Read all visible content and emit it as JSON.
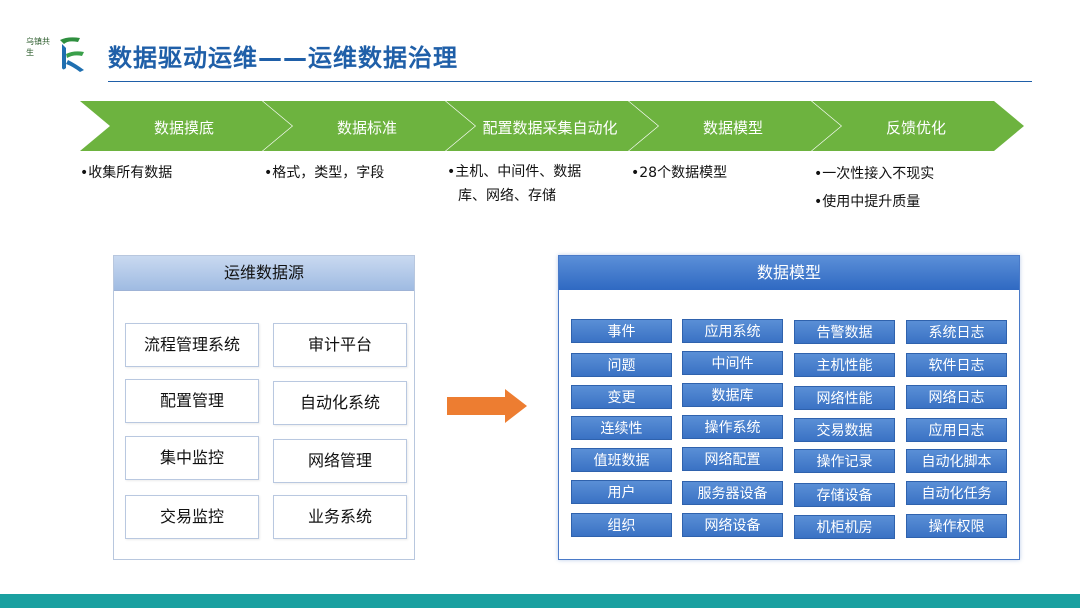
{
  "logo": {
    "text": "乌镇共生"
  },
  "title": "数据驱动运维——运维数据治理",
  "steps": [
    {
      "label": "数据摸底",
      "bullets": [
        "•收集所有数据"
      ]
    },
    {
      "label": "数据标准",
      "bullets": [
        "•格式，类型，字段"
      ]
    },
    {
      "label": "配置数据采集自动化",
      "bullets": [
        "•主机、中间件、数据",
        "库、网络、存储"
      ]
    },
    {
      "label": "数据模型",
      "bullets": [
        "•28个数据模型"
      ]
    },
    {
      "label": "反馈优化",
      "bullets": [
        "•一次性接入不现实",
        "•使用中提升质量"
      ]
    }
  ],
  "source_panel": {
    "title": "运维数据源",
    "items": [
      "流程管理系统",
      "审计平台",
      "配置管理",
      "自动化系统",
      "集中监控",
      "网络管理",
      "交易监控",
      "业务系统"
    ]
  },
  "model_panel": {
    "title": "数据模型",
    "columns": [
      [
        "事件",
        "问题",
        "变更",
        "连续性",
        "值班数据",
        "用户",
        "组织"
      ],
      [
        "应用系统",
        "中间件",
        "数据库",
        "操作系统",
        "网络配置",
        "服务器设备",
        "网络设备"
      ],
      [
        "告警数据",
        "主机性能",
        "网络性能",
        "交易数据",
        "操作记录",
        "存储设备",
        "机柜机房"
      ],
      [
        "系统日志",
        "软件日志",
        "网络日志",
        "应用日志",
        "自动化脚本",
        "自动化任务",
        "操作权限"
      ]
    ]
  },
  "colors": {
    "title": "#1f5fa8",
    "step_arrow": "#6db33f",
    "connector_arrow": "#ed7d31",
    "model_box": "#3a72c4",
    "footer": "#1aa0a0"
  }
}
